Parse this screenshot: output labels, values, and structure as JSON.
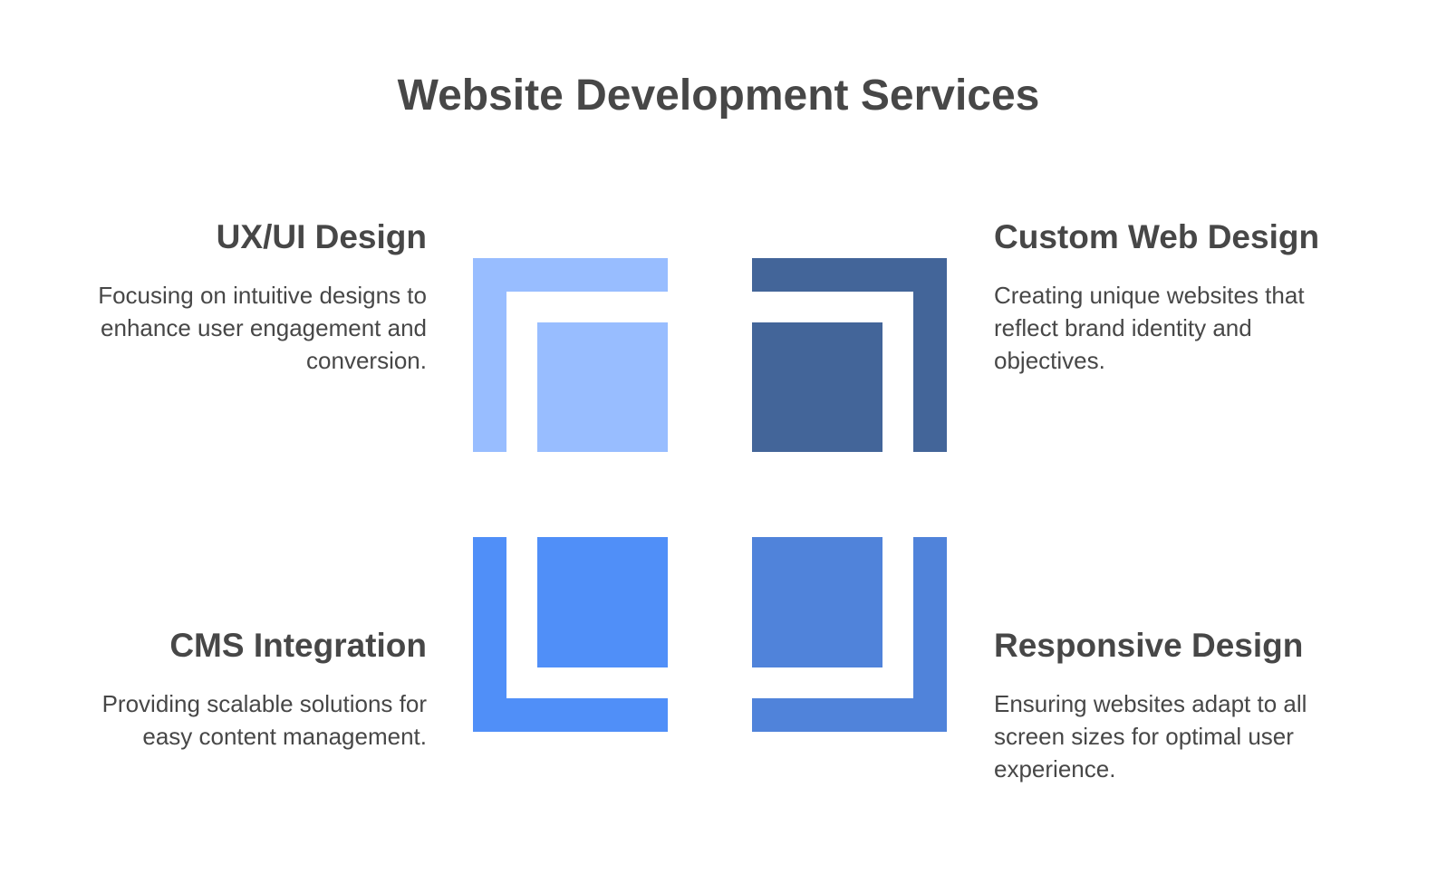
{
  "title": "Website Development Services",
  "items": [
    {
      "heading": "UX/UI Design",
      "text": "Focusing on intuitive designs to enhance user engagement and conversion.",
      "color": "#98BDFF"
    },
    {
      "heading": "Custom Web Design",
      "text": "Creating unique websites that reflect brand identity and objectives.",
      "color": "#436599"
    },
    {
      "heading": "CMS Integration",
      "text": "Providing scalable solutions for easy content management.",
      "color": "#508FF8"
    },
    {
      "heading": "Responsive Design",
      "text": "Ensuring websites adapt to all screen sizes for optimal user experience.",
      "color": "#5083DA"
    }
  ]
}
